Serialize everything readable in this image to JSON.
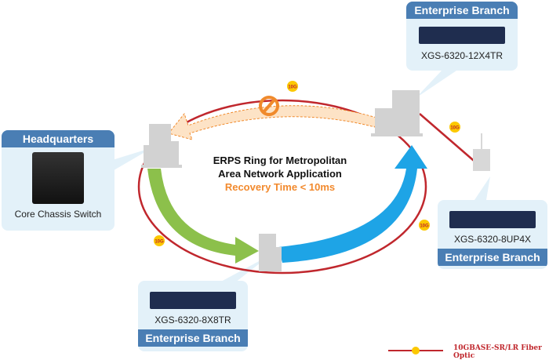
{
  "center": {
    "line1": "ERPS Ring for Metropolitan",
    "line2": "Area Network Application",
    "line3": "Recovery Time < 10ms"
  },
  "link_badge": "10G",
  "colors": {
    "ring": "#c0272d",
    "card_header": "#4a7eb4",
    "card_bg": "#e3f1f9",
    "green_arrow": "#8cc04b",
    "blue_arrow": "#1ea4e6",
    "blocked": "#f08a2c",
    "badge": "#fcc800"
  },
  "nodes": {
    "headquarters": {
      "title": "Headquarters",
      "device": "Core Chassis Switch"
    },
    "branch_top": {
      "title": "Enterprise Branch",
      "device": "XGS-6320-12X4TR"
    },
    "branch_right": {
      "title": "Enterprise Branch",
      "device": "XGS-6320-8UP4X"
    },
    "branch_bottom": {
      "title": "Enterprise Branch",
      "device": "XGS-6320-8X8TR"
    }
  },
  "legend": {
    "label": "10GBASE-SR/LR Fiber Optic"
  }
}
